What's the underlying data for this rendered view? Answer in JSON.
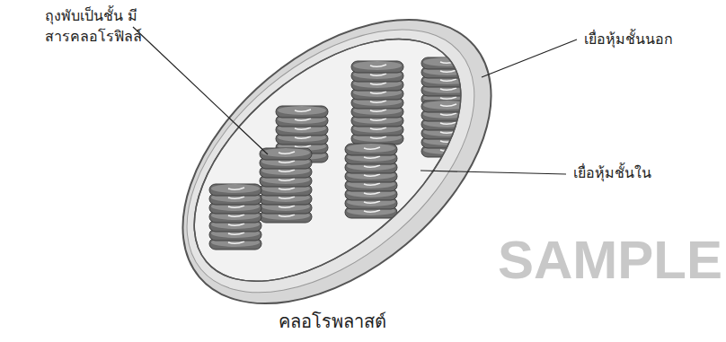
{
  "diagram": {
    "caption": "คลอโรพลาสต์",
    "labels": [
      "ถุงพับเป็นชั้น มีสารคลอโรฟิลล์",
      "เยื่อหุ้มชั้นนอก",
      "เยื่อหุ้มชั้นใน",
      "SAMPLE"
    ]
  }
}
